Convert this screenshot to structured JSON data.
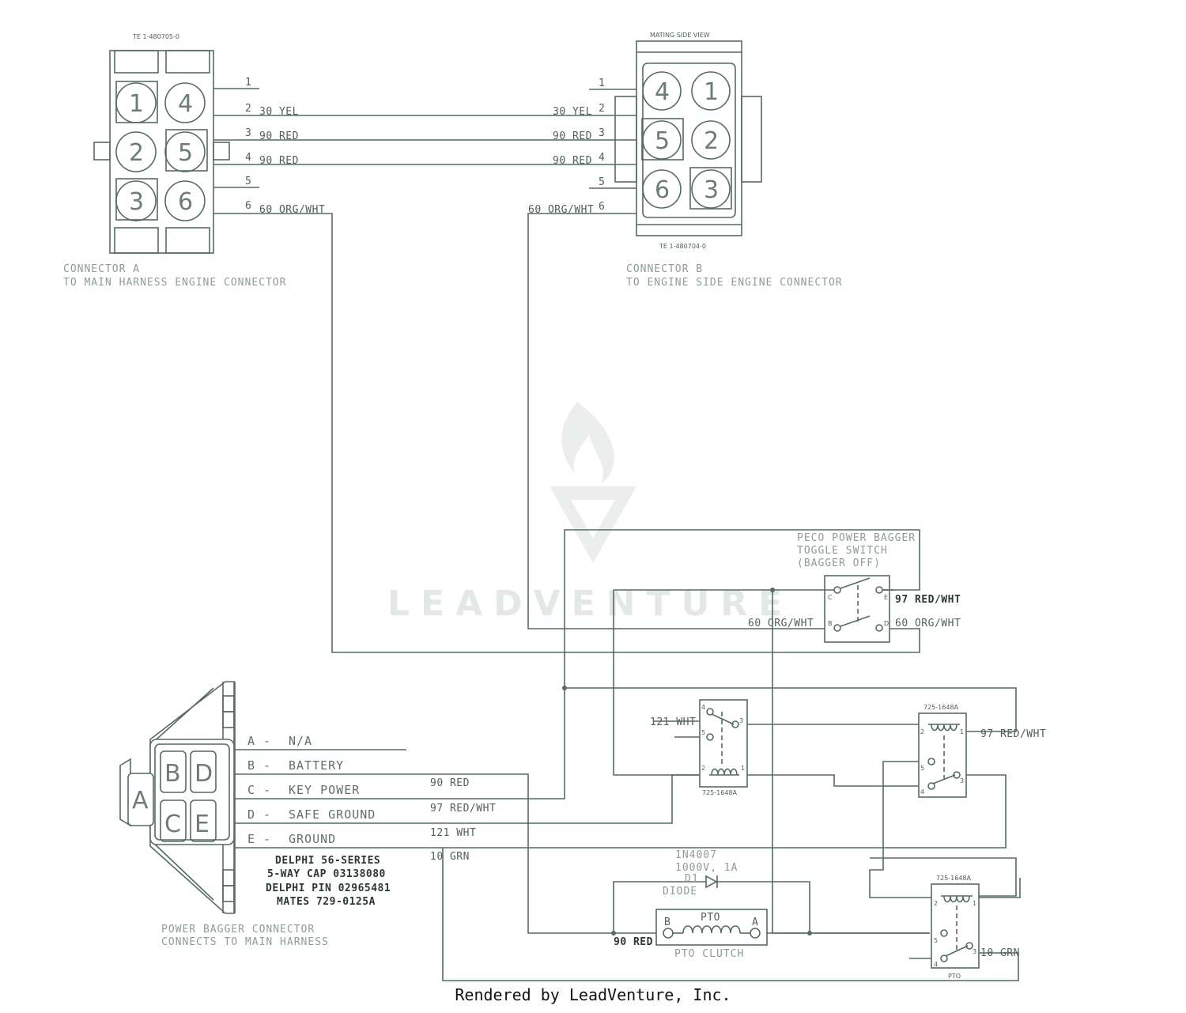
{
  "connector_a": {
    "part_number": "TE 1-480705-0",
    "pins": [
      "1",
      "4",
      "2",
      "5",
      "3",
      "6"
    ],
    "wire_numbers": [
      "1",
      "2",
      "3",
      "4",
      "5",
      "6"
    ],
    "wires": [
      "30 YEL",
      "90 RED",
      "90 RED",
      "60 ORG/WHT"
    ],
    "caption_line1": "CONNECTOR A",
    "caption_line2": "TO MAIN HARNESS ENGINE CONNECTOR"
  },
  "connector_b": {
    "header": "MATING SIDE VIEW",
    "part_number": "TE 1-480704-0",
    "pins": [
      "4",
      "1",
      "5",
      "2",
      "6",
      "3"
    ],
    "wire_numbers": [
      "1",
      "2",
      "3",
      "4",
      "5",
      "6"
    ],
    "wires": [
      "30 YEL",
      "90 RED",
      "90 RED",
      "60 ORG/WHT"
    ],
    "caption_line1": "CONNECTOR B",
    "caption_line2": "TO ENGINE SIDE ENGINE CONNECTOR"
  },
  "toggle_switch": {
    "label_line1": "PECO POWER BAGGER",
    "label_line2": "TOGGLE SWITCH",
    "label_line3": "(BAGGER OFF)",
    "terminals": [
      "C",
      "E",
      "B",
      "D"
    ],
    "wire_right_top": "97 RED/WHT",
    "wire_left_bottom": "60 ORG/WHT",
    "wire_right_bottom": "60 ORG/WHT"
  },
  "power_connector": {
    "cavities": [
      "B",
      "D",
      "A",
      "C",
      "E"
    ],
    "pin_letters": [
      "A -",
      "B -",
      "C -",
      "D -",
      "E -"
    ],
    "pin_names": [
      "N/A",
      "BATTERY",
      "KEY POWER",
      "SAFE GROUND",
      "GROUND"
    ],
    "wires": [
      "90 RED",
      "97 RED/WHT",
      "121 WHT",
      "10 GRN"
    ],
    "spec_line1": "DELPHI 56-SERIES",
    "spec_line2": "5-WAY CAP 03138080",
    "spec_line3": "DELPHI PIN 02965481",
    "spec_line4": "MATES 729-0125A",
    "caption_line1": "POWER BAGGER CONNECTOR",
    "caption_line2": "CONNECTS TO MAIN HARNESS"
  },
  "relay_1": {
    "part_number": "725-1648A",
    "terminals": [
      "4",
      "3",
      "5",
      "2",
      "1"
    ],
    "wire_label": "121 WHT"
  },
  "relay_2": {
    "part_number": "725-1648A",
    "terminals": [
      "2",
      "1",
      "5",
      "4",
      "3"
    ],
    "wire_label": "97 RED/WHT"
  },
  "relay_3": {
    "part_number": "725-1648A",
    "terminals": [
      "2",
      "1",
      "5",
      "3",
      "4"
    ],
    "wire_label": "10 GRN",
    "bottom_label": "PTO"
  },
  "diode": {
    "line1": "1N4007",
    "line2": "1000V, 1A",
    "line3": "D1",
    "line4": "DIODE"
  },
  "pto_clutch": {
    "title": "PTO",
    "term_b": "B",
    "term_a": "A",
    "caption": "PTO CLUTCH",
    "wire_label": "90 RED"
  },
  "watermark": "LEADVENTURE",
  "footer": "Rendered by LeadVenture, Inc."
}
